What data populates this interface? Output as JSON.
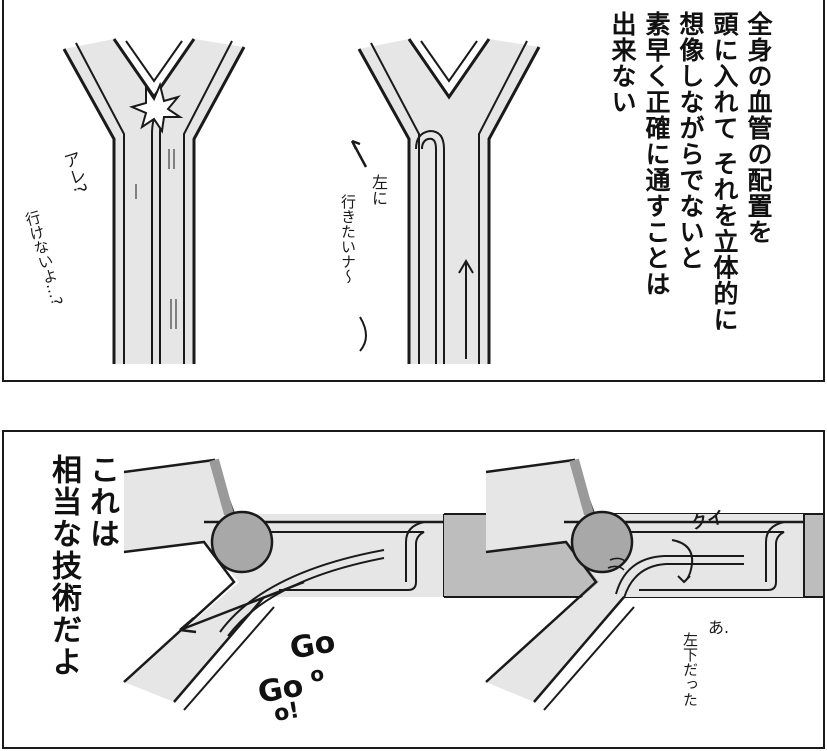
{
  "panels": {
    "top": {
      "narration": "全身の血管の配置を\n頭に入れて それを立体的に\n想像しながらでないと\n素早く正確に通すことは\n出来ない",
      "sfx_left_1": "アレ?",
      "sfx_left_2": "行けないよ…?",
      "sfx_mid_1": "左に",
      "sfx_mid_2": "行きたいナ〜"
    },
    "bottom": {
      "narration": "これは\n相当な技術だよ",
      "sfx_go_1": "Go",
      "sfx_go_1b": "o",
      "sfx_go_2": "Go",
      "sfx_go_2b": "o!",
      "sfx_kui": "クイ",
      "sfx_a": "あ.",
      "sfx_hidarishita": "左下だった"
    }
  },
  "colors": {
    "vessel_fill": "#e6e6e6",
    "vessel_shade": "#9a9a9a",
    "plug": "#a8a8a8",
    "ink": "#1a1a1a"
  }
}
